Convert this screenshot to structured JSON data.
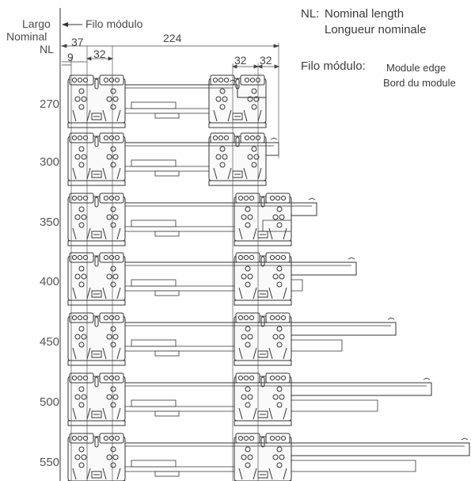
{
  "header": {
    "largo": "Largo",
    "nominal": "Nominal",
    "nl": "NL",
    "filo_modulo": "Filo módulo"
  },
  "dimensions": {
    "d37": "37",
    "d224": "224",
    "d9": "9",
    "d32a": "32",
    "d32b": "32",
    "d32c": "32"
  },
  "legend": {
    "nl_key": "NL:",
    "nl_en": "Nominal length",
    "nl_fr": "Longueur nominale",
    "filo_key": "Filo módulo:",
    "filo_en": "Module edge",
    "filo_fr": "Bord du module"
  },
  "rows": [
    {
      "nl": "270"
    },
    {
      "nl": "300"
    },
    {
      "nl": "350"
    },
    {
      "nl": "400"
    },
    {
      "nl": "450"
    },
    {
      "nl": "500"
    },
    {
      "nl": "550"
    }
  ],
  "colors": {
    "line": "#333333",
    "gray_text": "#7a7a7a"
  }
}
